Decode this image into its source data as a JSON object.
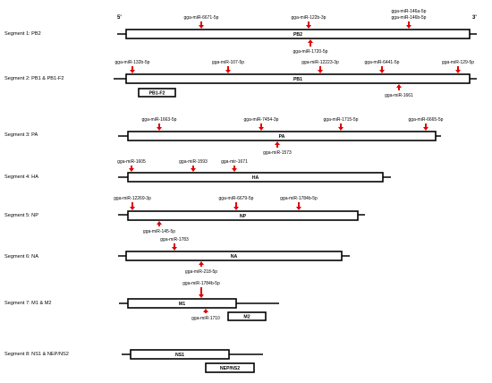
{
  "ends": {
    "five_prime": "5'",
    "three_prime": "3'"
  },
  "segments": [
    {
      "label": "Segment 1: PB2",
      "genes": [
        "PB2"
      ],
      "mirnas": [
        {
          "name": "gga-miR-6671-5p",
          "side": "above"
        },
        {
          "name": "gga-miR-122b-3p",
          "side": "above"
        },
        {
          "name": "gga-miR-146a-5p / gga-miR-146b-5p",
          "lines": [
            "gga-miR-146a-5p",
            "gga-miR-146b-5p"
          ],
          "side": "above"
        },
        {
          "name": "gga-miR-1720-5p",
          "side": "below"
        }
      ]
    },
    {
      "label": "Segment 2: PB1 & PB1-F2",
      "genes": [
        "PB1",
        "PB1-F2"
      ],
      "mirnas": [
        {
          "name": "gga-miR-132b-5p",
          "side": "above"
        },
        {
          "name": "gga-miR-107-5p",
          "side": "above"
        },
        {
          "name": "gga-miR-12223-3p",
          "side": "above"
        },
        {
          "name": "gga-miR-6441-5p",
          "side": "above"
        },
        {
          "name": "gga-miR-129-5p",
          "side": "above"
        },
        {
          "name": "gga-miR-1661",
          "side": "below"
        }
      ]
    },
    {
      "label": "Segment 3: PA",
      "genes": [
        "PA"
      ],
      "mirnas": [
        {
          "name": "gga-miR-1663-5p",
          "side": "above"
        },
        {
          "name": "gga-miR-7454-3p",
          "side": "above"
        },
        {
          "name": "gga-miR-1715-5p",
          "side": "above"
        },
        {
          "name": "gga-miR-6665-5p",
          "side": "above"
        },
        {
          "name": "gga-miR-1573",
          "side": "below"
        }
      ]
    },
    {
      "label": "Segment 4: HA",
      "genes": [
        "HA"
      ],
      "mirnas": [
        {
          "name": "gga-miR-1605",
          "side": "above"
        },
        {
          "name": "gga-miR-1593",
          "side": "above"
        },
        {
          "name": "gga-mir-1671",
          "side": "above"
        }
      ]
    },
    {
      "label": "Segment 5: NP",
      "genes": [
        "NP"
      ],
      "mirnas": [
        {
          "name": "gga-miR-12269-3p",
          "side": "above"
        },
        {
          "name": "gga-miR-6679-5p",
          "side": "above"
        },
        {
          "name": "gga-miR-1784b-5p",
          "side": "above"
        },
        {
          "name": "gga-miR-145-5p",
          "side": "below"
        }
      ]
    },
    {
      "label": "Segment 6: NA",
      "genes": [
        "NA"
      ],
      "mirnas": [
        {
          "name": "gga-miR-1783",
          "side": "above"
        },
        {
          "name": "gga-miR-218-5p",
          "side": "below"
        }
      ]
    },
    {
      "label": "Segment 7: M1 & M2",
      "genes": [
        "M1",
        "M2"
      ],
      "mirnas": [
        {
          "name": "gga-miR-1784b-5p",
          "side": "above"
        },
        {
          "name": "gga-miR-1710",
          "side": "below"
        }
      ]
    },
    {
      "label": "Segment 8: NS1 & NEP/NS2",
      "genes": [
        "NS1",
        "NEP/NS2"
      ],
      "mirnas": []
    }
  ]
}
